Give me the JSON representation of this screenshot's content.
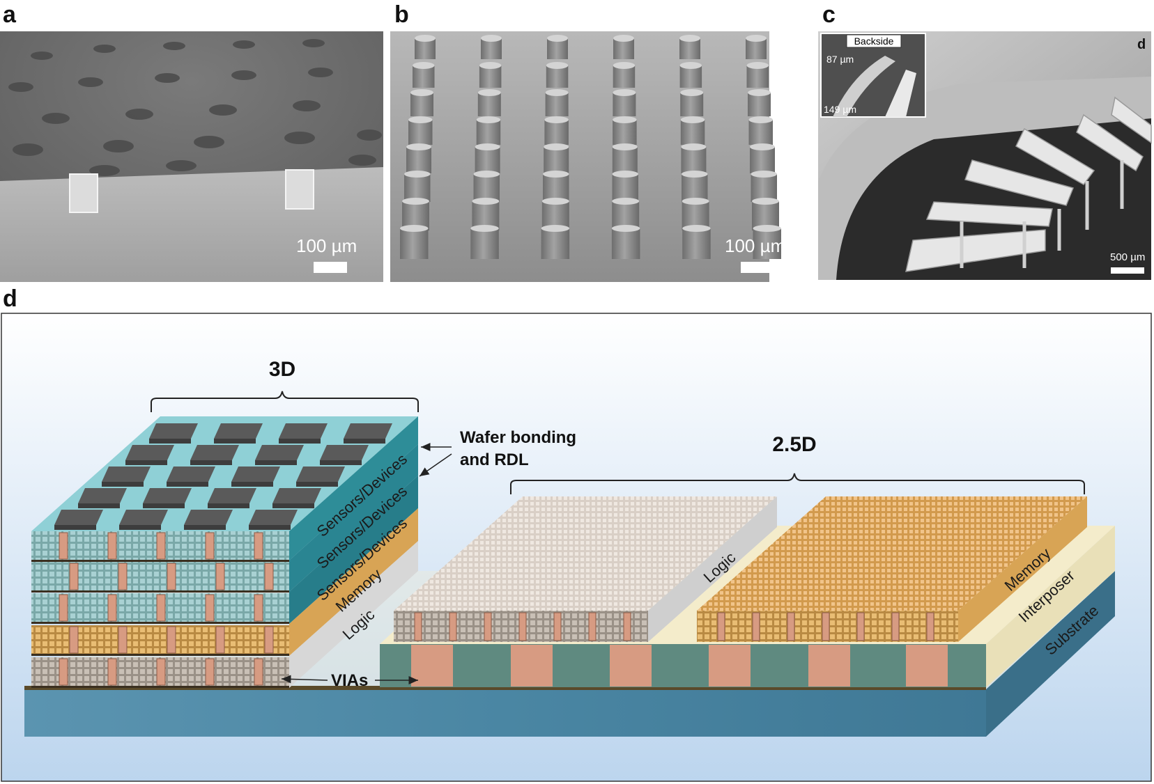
{
  "panels": {
    "a": {
      "label": "a",
      "scale_text": "100 µm"
    },
    "b": {
      "label": "b",
      "scale_text": "100 µm"
    },
    "c": {
      "label": "c",
      "corner_label": "d",
      "inset_title": "Backside",
      "inset_dim_1": "87 µm",
      "inset_dim_2": "149 µm",
      "scale_text": "500 µm"
    },
    "d": {
      "label": "d",
      "header_3d": "3D",
      "header_25d": "2.5D",
      "annotation_bonding_1": "Wafer bonding",
      "annotation_bonding_2": "and RDL",
      "annotation_vias": "VIAs",
      "layers_3d": [
        "Sensors/Devices",
        "Sensors/Devices",
        "Sensors/Devices",
        "Memory",
        "Logic"
      ],
      "layers_25d": [
        "Logic",
        "Memory",
        "Interposer",
        "Substrate"
      ]
    }
  },
  "colors": {
    "sem_gray": "#8a8a8a",
    "sky_top": "#ffffff",
    "sky_bottom": "#bcd5ee",
    "substrate": "#4d87a3",
    "interposer_face": "#5f8a80",
    "copper": "#d79b82",
    "sensor_top": "#8fd0d6",
    "sensor_side": "#2e8d98",
    "memory": "#d8a455",
    "logic": "#cfcfcf",
    "pad": "#5a5a5a"
  }
}
